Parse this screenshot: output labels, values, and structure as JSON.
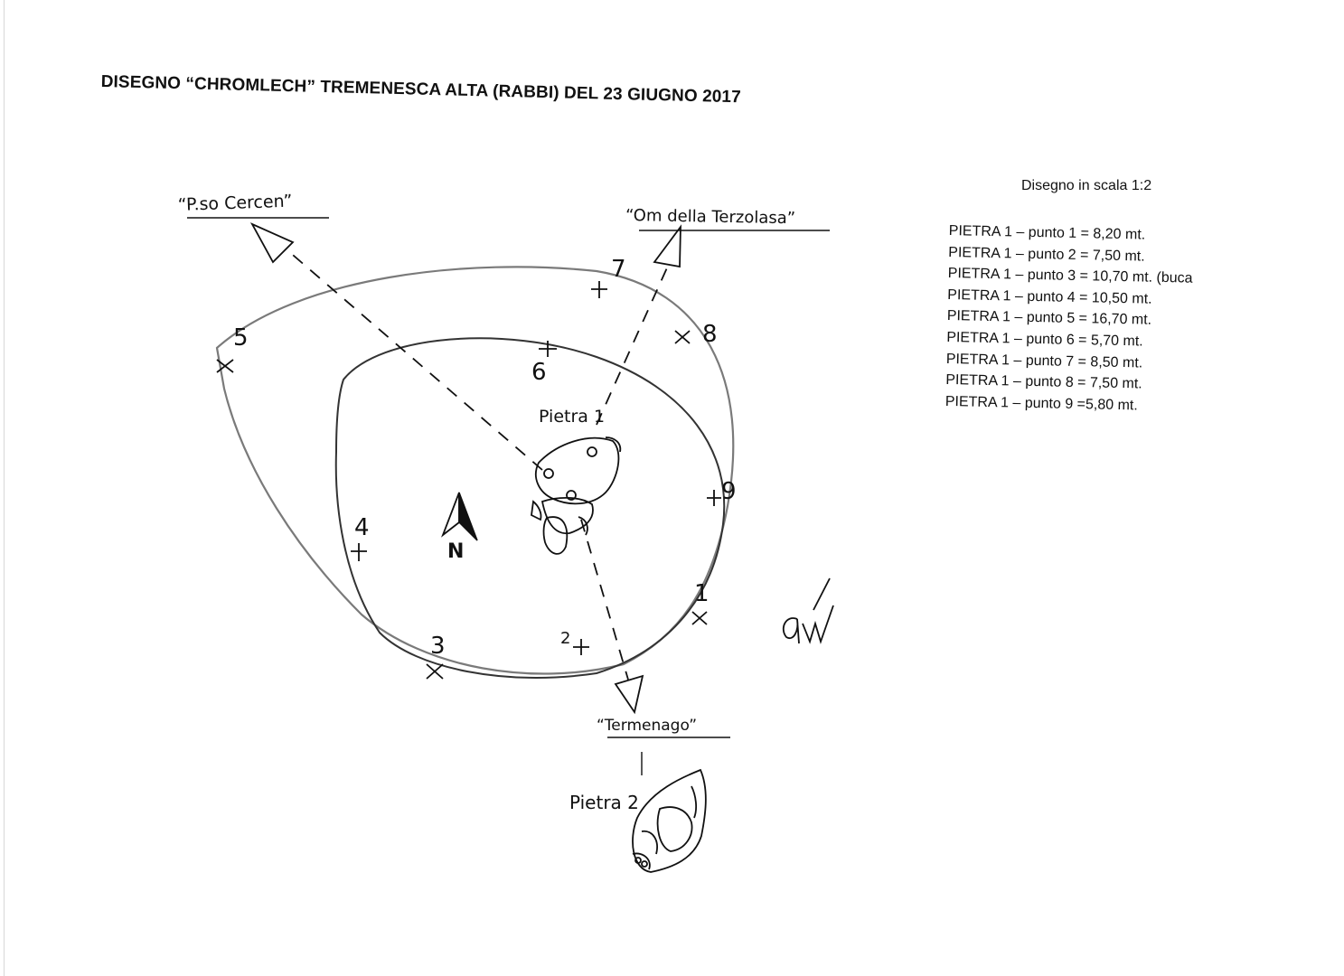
{
  "title": "DISEGNO “CHROMLECH” TREMENESCA ALTA (RABBI) DEL 23 GIUGNO 2017",
  "scale_note": "Disegno in scala 1:2",
  "distances": [
    "PIETRA 1 – punto 1 = 8,20 mt.",
    "PIETRA 1 – punto 2 = 7,50 mt.",
    "PIETRA 1 – punto 3 = 10,70 mt. (buca",
    "PIETRA 1 – punto 4 = 10,50 mt.",
    "PIETRA 1 – punto 5 = 16,70 mt.",
    "PIETRA 1 – punto 6 = 5,70 mt.",
    "PIETRA 1 – punto 7 = 8,50 mt.",
    "PIETRA 1 – punto 8 = 7,50 mt.",
    "PIETRA 1 – punto 9 =5,80 mt."
  ],
  "diagram": {
    "sightlines": {
      "pso_cercen": "“P.so Cercen”",
      "om_terzolasa": "“Om della Terzolasa”",
      "termenago": "“Termenago”"
    },
    "stones": {
      "pietra1": "Pietra 1",
      "pietra2": "Pietra 2"
    },
    "north": "N",
    "points": [
      "1",
      "2",
      "3",
      "4",
      "5",
      "6",
      "7",
      "8",
      "9"
    ],
    "signature": "aW"
  }
}
